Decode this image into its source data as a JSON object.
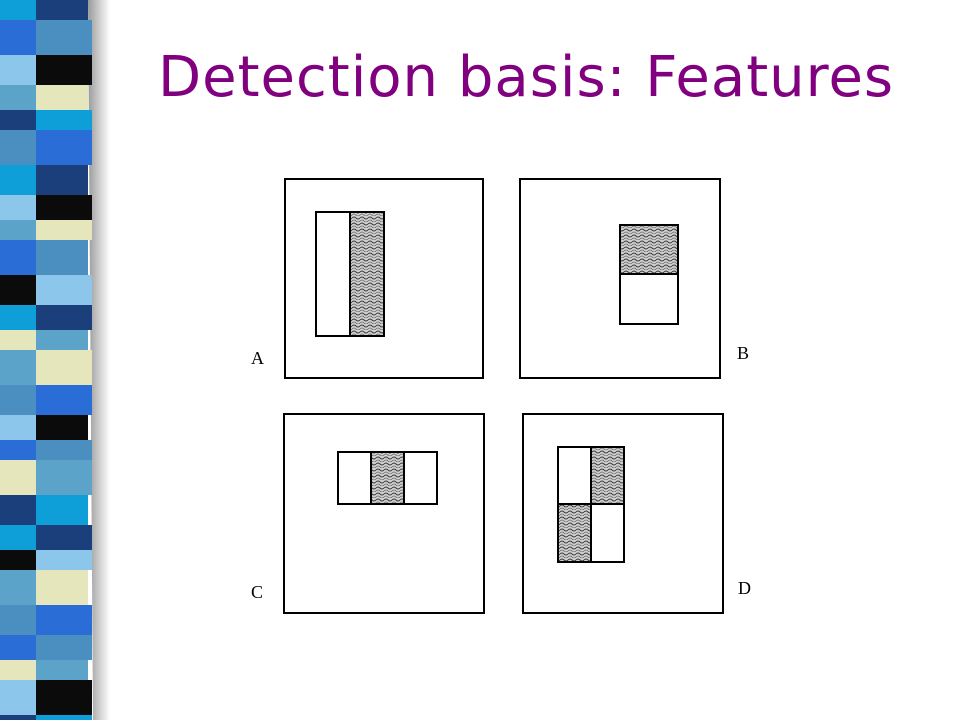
{
  "slide": {
    "title": "Detection basis: Features",
    "title_color": "#800080",
    "bar_colors": [
      "#1a3f7a",
      "#4a8fc0",
      "#0b0b0b",
      "#e6e6bd",
      "#0f9fd8",
      "#2a6dd6",
      "#8cc6ea",
      "#5ba3c9"
    ]
  },
  "figure": {
    "panels": [
      {
        "id": "A",
        "label": "A",
        "feature": "two-rectangle vertical edge"
      },
      {
        "id": "B",
        "label": "B",
        "feature": "two-rectangle horizontal edge"
      },
      {
        "id": "C",
        "label": "C",
        "feature": "three-rectangle line"
      },
      {
        "id": "D",
        "label": "D",
        "feature": "four-rectangle diagonal"
      }
    ]
  }
}
